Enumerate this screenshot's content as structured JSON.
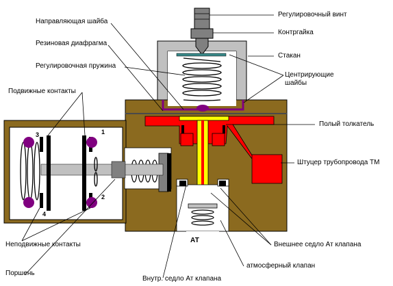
{
  "labels": {
    "adjust_screw": "Регулировочный винт",
    "guide_washer": "Направляющая шайба",
    "lock_nut": "Контргайка",
    "rubber_diaphragm": "Резиновая диафрагма",
    "cup": "Стакан",
    "adjust_spring": "Регулировочная пружина",
    "centering_washers_1": "Центрирующие",
    "centering_washers_2": "шайбы",
    "moving_contacts": "Подвижные контакты",
    "hollow_pusher": "Полый толкатель",
    "tm_pipe_fitting": "Штуцер трубопровода ТМ",
    "fixed_contacts": "Неподвижные контакты",
    "outer_seat": "Внешнее седло Ат клапана",
    "at_mark": "АТ",
    "atm_valve": "атмосферный клапан",
    "piston": "Поршень",
    "inner_seat": "Внутр. седло Ат клапана"
  },
  "contact_numbers": [
    "3",
    "1",
    "2",
    "4"
  ],
  "colors": {
    "body": "#8b6a1f",
    "cup": "#c0c0c0",
    "red": "#ff0000",
    "yellow": "#ffff00",
    "purple": "#800080",
    "screw": "#808080",
    "contact_bar": "#000000"
  }
}
